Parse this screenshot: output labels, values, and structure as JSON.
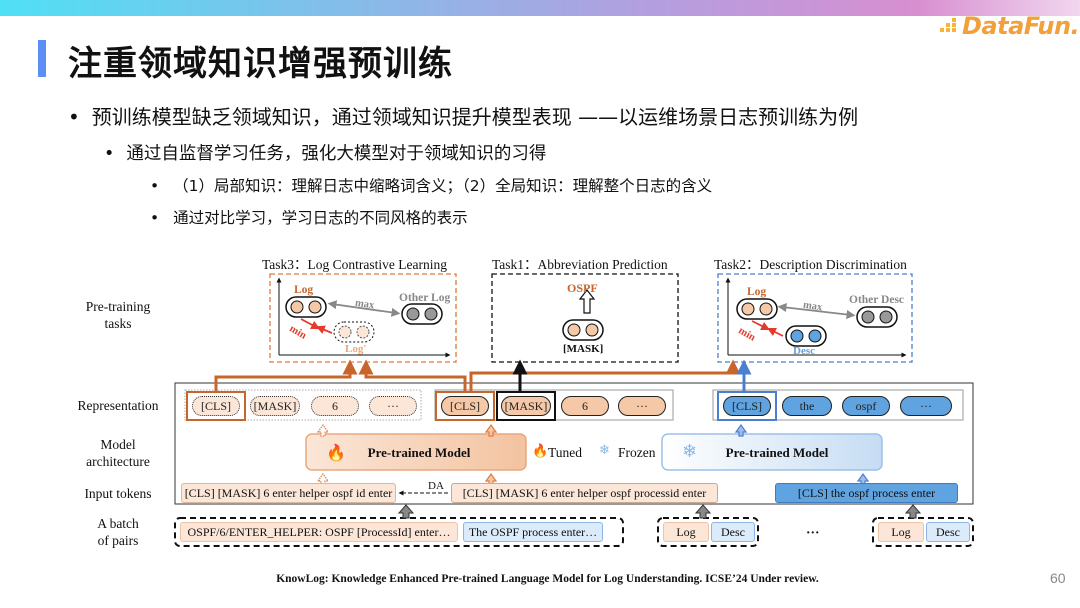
{
  "header": {
    "title": "注重领域知识增强预训练",
    "logo_text": "DataFun.",
    "accent_color": "#5b8ff5",
    "logo_color": "#f2a03a"
  },
  "bullets": [
    {
      "level": 1,
      "text": "预训练模型缺乏领域知识，通过领域知识提升模型表现 ——以运维场景日志预训练为例"
    },
    {
      "level": 2,
      "text": "通过自监督学习任务，强化大模型对于领域知识的习得"
    },
    {
      "level": 3,
      "text": "（1）局部知识：理解日志中缩略词含义；（2）全局知识：理解整个日志的含义"
    },
    {
      "level": 3,
      "text": "通过对比学习，学习日志的不同风格的表示"
    }
  ],
  "diagram": {
    "row_labels": {
      "pretraining": "Pre-training tasks",
      "pretraining_l1": "Pre-training",
      "pretraining_l2": "tasks",
      "representation": "Representation",
      "model_l1": "Model",
      "model_l2": "architecture",
      "input": "Input tokens",
      "batch_l1": "A batch",
      "batch_l2": "of pairs"
    },
    "tasks": {
      "task3": {
        "title": "Task3：Log Contrastive Learning",
        "log": "Log",
        "other": "Other Log",
        "max": "max",
        "min": "min",
        "aug": "Log'"
      },
      "task1": {
        "title": "Task1：Abbreviation Prediction",
        "output": "OSPF",
        "mask": "[MASK]"
      },
      "task2": {
        "title": "Task2：Description Discrimination",
        "log": "Log",
        "other": "Other Desc",
        "max": "max",
        "min": "min",
        "desc": "Desc"
      }
    },
    "representation": {
      "aug_tokens": [
        "[CLS]",
        "[MASK]",
        "6",
        "···"
      ],
      "log_tokens": [
        "[CLS]",
        "[MASK]",
        "6",
        "···"
      ],
      "desc_tokens": [
        "[CLS]",
        "the",
        "ospf",
        "···"
      ]
    },
    "models": {
      "tuned_model": "Pre-trained Model",
      "frozen_model": "Pre-trained Model",
      "legend_tuned": "Tuned",
      "legend_frozen": "Frozen"
    },
    "inputs": {
      "aug_input": "[CLS] [MASK] 6 enter helper ospf id enter",
      "da_label": "DA",
      "log_input": "[CLS] [MASK] 6 enter helper ospf processid enter",
      "desc_input": "[CLS] the ospf process enter"
    },
    "batch": {
      "first_log": "OSPF/6/ENTER_HELPER: OSPF [ProcessId] enter…",
      "first_desc": "The OSPF process enter…",
      "pair_log": "Log",
      "pair_desc": "Desc",
      "ellipsis": "···"
    },
    "colors": {
      "log_orange": "#c8652a",
      "log_fill": "#f5c8a8",
      "desc_blue": "#4a7fd0",
      "desc_fill": "#5fa3e0",
      "min_red": "#e53a2a",
      "max_gray": "#888888"
    }
  },
  "footer": {
    "citation": "KnowLog: Knowledge Enhanced Pre-trained Language Model for Log Understanding. ICSE’24 Under review.",
    "page_number": "60"
  }
}
